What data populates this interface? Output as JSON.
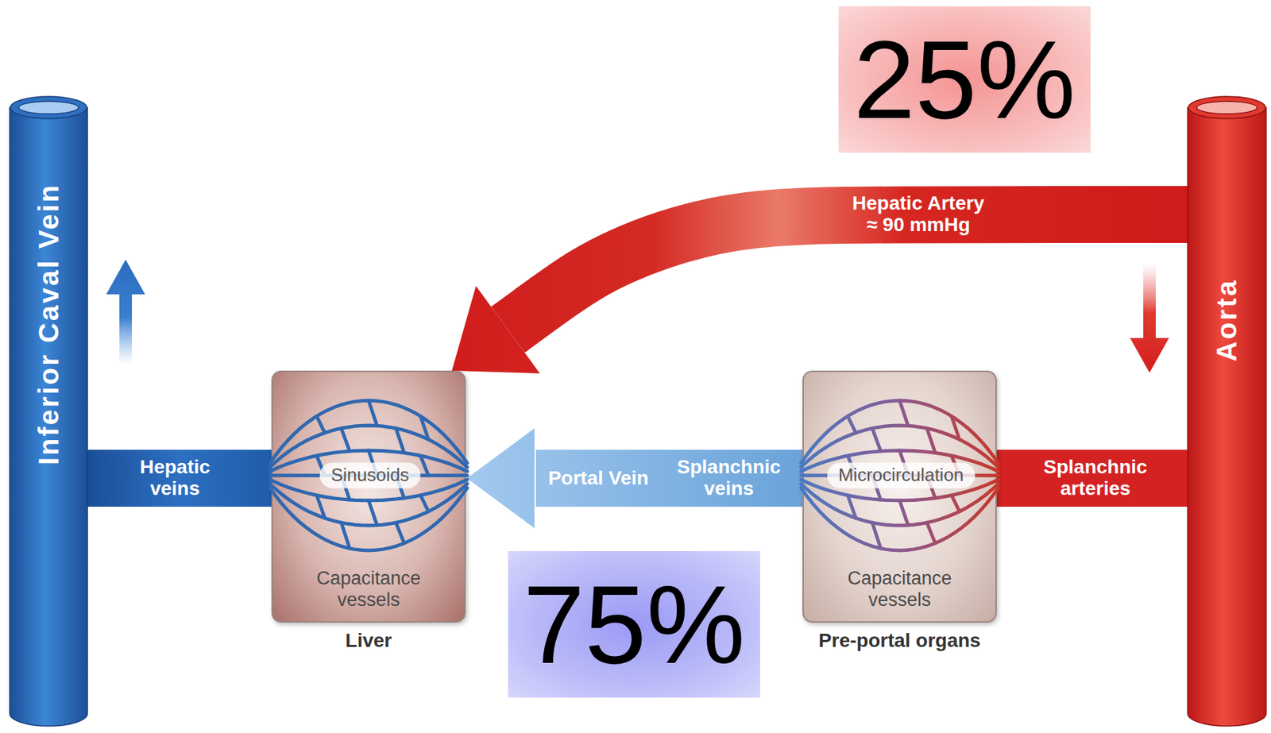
{
  "diagram": {
    "nodes": [
      {
        "text": [
          "Inferior Caval Vein"
        ]
      },
      {
        "text": [
          "Capacitance vessels",
          "Liver"
        ]
      },
      {
        "text": [
          "Sinusoids"
        ],
        "in": 1
      },
      {
        "text": [
          "Capacitance vessels",
          "Pre-portal organs"
        ]
      },
      {
        "text": [
          "Microcirculation"
        ],
        "in": 3
      },
      {
        "text": [
          "Aorta"
        ]
      },
      {
        "text": [
          "25%"
        ]
      },
      {
        "text": [
          "75%"
        ]
      }
    ],
    "edges": [
      {
        "from": 1,
        "to": 0,
        "arrow": "none",
        "label": "Hepatic veins"
      },
      {
        "from": 3,
        "to": 1,
        "arrow": "to",
        "label": "Portal Vein"
      },
      {
        "from": 5,
        "to": 1,
        "arrow": "to",
        "label": "Hepatic Artery ≈ 90 mmHg"
      },
      {
        "from": 5,
        "to": 3,
        "arrow": "none",
        "label": "Splanchnic arteries"
      }
    ],
    "labels": [
      "Splanchnic veins"
    ]
  }
}
